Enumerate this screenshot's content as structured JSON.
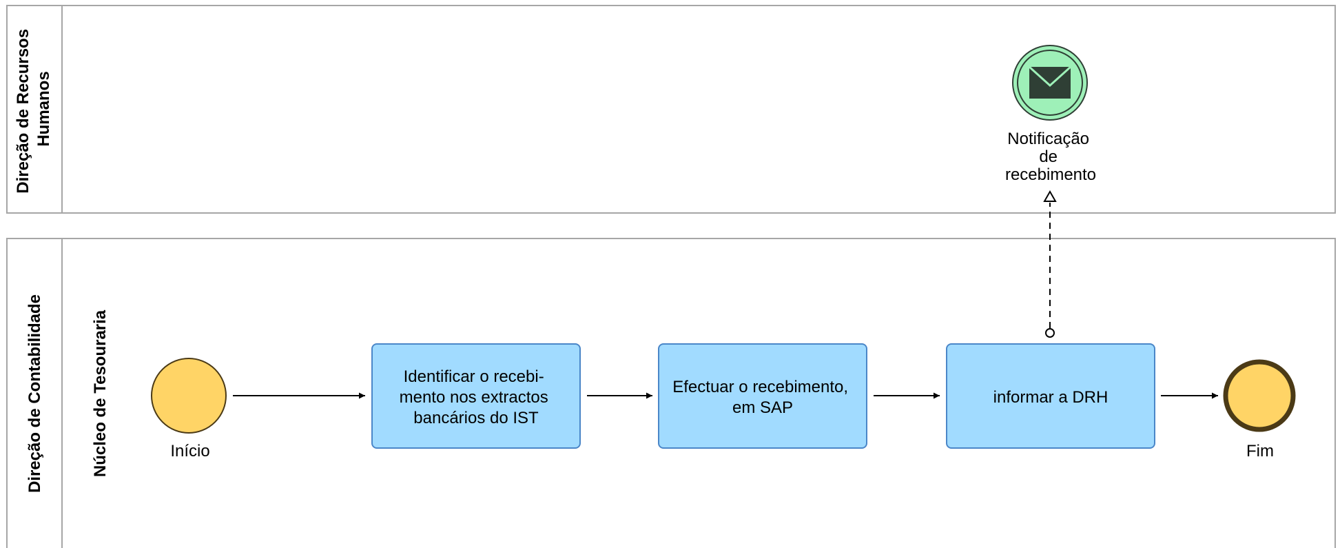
{
  "pools": {
    "hr": {
      "title_lines": [
        "Direção de Recursos",
        "Humanos"
      ]
    },
    "accounting": {
      "title": "Direção de Contabilidade",
      "lane": {
        "title": "Núcleo de Tesouraria"
      }
    }
  },
  "events": {
    "start": {
      "label": "Início"
    },
    "end": {
      "label": "Fim"
    },
    "notification": {
      "label_lines": [
        "Notificação",
        "de",
        "recebimento"
      ],
      "icon": "envelope-icon"
    }
  },
  "tasks": [
    {
      "lines": [
        "Identificar o recebi-",
        "mento nos extractos",
        "bancários do IST"
      ]
    },
    {
      "lines": [
        "Efectuar o recebimento,",
        "em SAP"
      ]
    },
    {
      "lines": [
        "informar a DRH"
      ]
    }
  ],
  "colors": {
    "task_fill": "#a1dbff",
    "task_stroke": "#4a86c8",
    "event_fill": "#ffd466",
    "event_stroke": "#4b3a16",
    "message_fill": "#9ef0b8",
    "message_icon": "#2f3f35",
    "pool_stroke": "#a6a6a6"
  }
}
